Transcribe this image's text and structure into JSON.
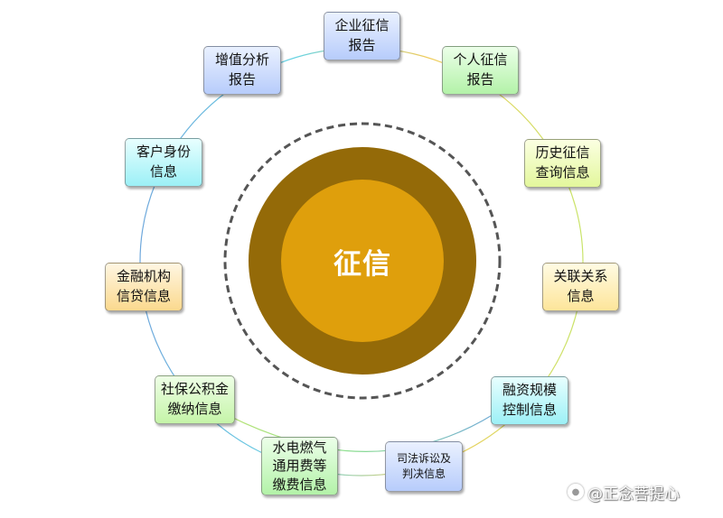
{
  "center": {
    "label": "征信"
  },
  "nodes": [
    {
      "lines": [
        "企业征信",
        "报告"
      ]
    },
    {
      "lines": [
        "个人征信",
        "报告"
      ]
    },
    {
      "lines": [
        "历史征信",
        "查询信息"
      ]
    },
    {
      "lines": [
        "关联关系",
        "信息"
      ]
    },
    {
      "lines": [
        "融资规模",
        "控制信息"
      ]
    },
    {
      "lines": [
        "司法诉讼及",
        "判决信息"
      ]
    },
    {
      "lines": [
        "水电燃气",
        "通用费等",
        "缴费信息"
      ]
    },
    {
      "lines": [
        "社保公积金",
        "缴纳信息"
      ]
    },
    {
      "lines": [
        "金融机构",
        "信贷信息"
      ]
    },
    {
      "lines": [
        "客户身份",
        "信息"
      ]
    },
    {
      "lines": [
        "增值分析",
        "报告"
      ]
    }
  ],
  "watermark": {
    "text": "@正念菩提心",
    "icon": "chat-bubble-icon"
  },
  "colors": {
    "ring_outer": "#946a08",
    "ring_inner": "#df9f0c",
    "dashed_circle": "#555555",
    "connector_blue": "#6fa8dc",
    "connector_cyan": "#66d3e3",
    "connector_yellow": "#f0cc5c",
    "connector_lime": "#c9e46a",
    "connector_green": "#8ee08e"
  }
}
